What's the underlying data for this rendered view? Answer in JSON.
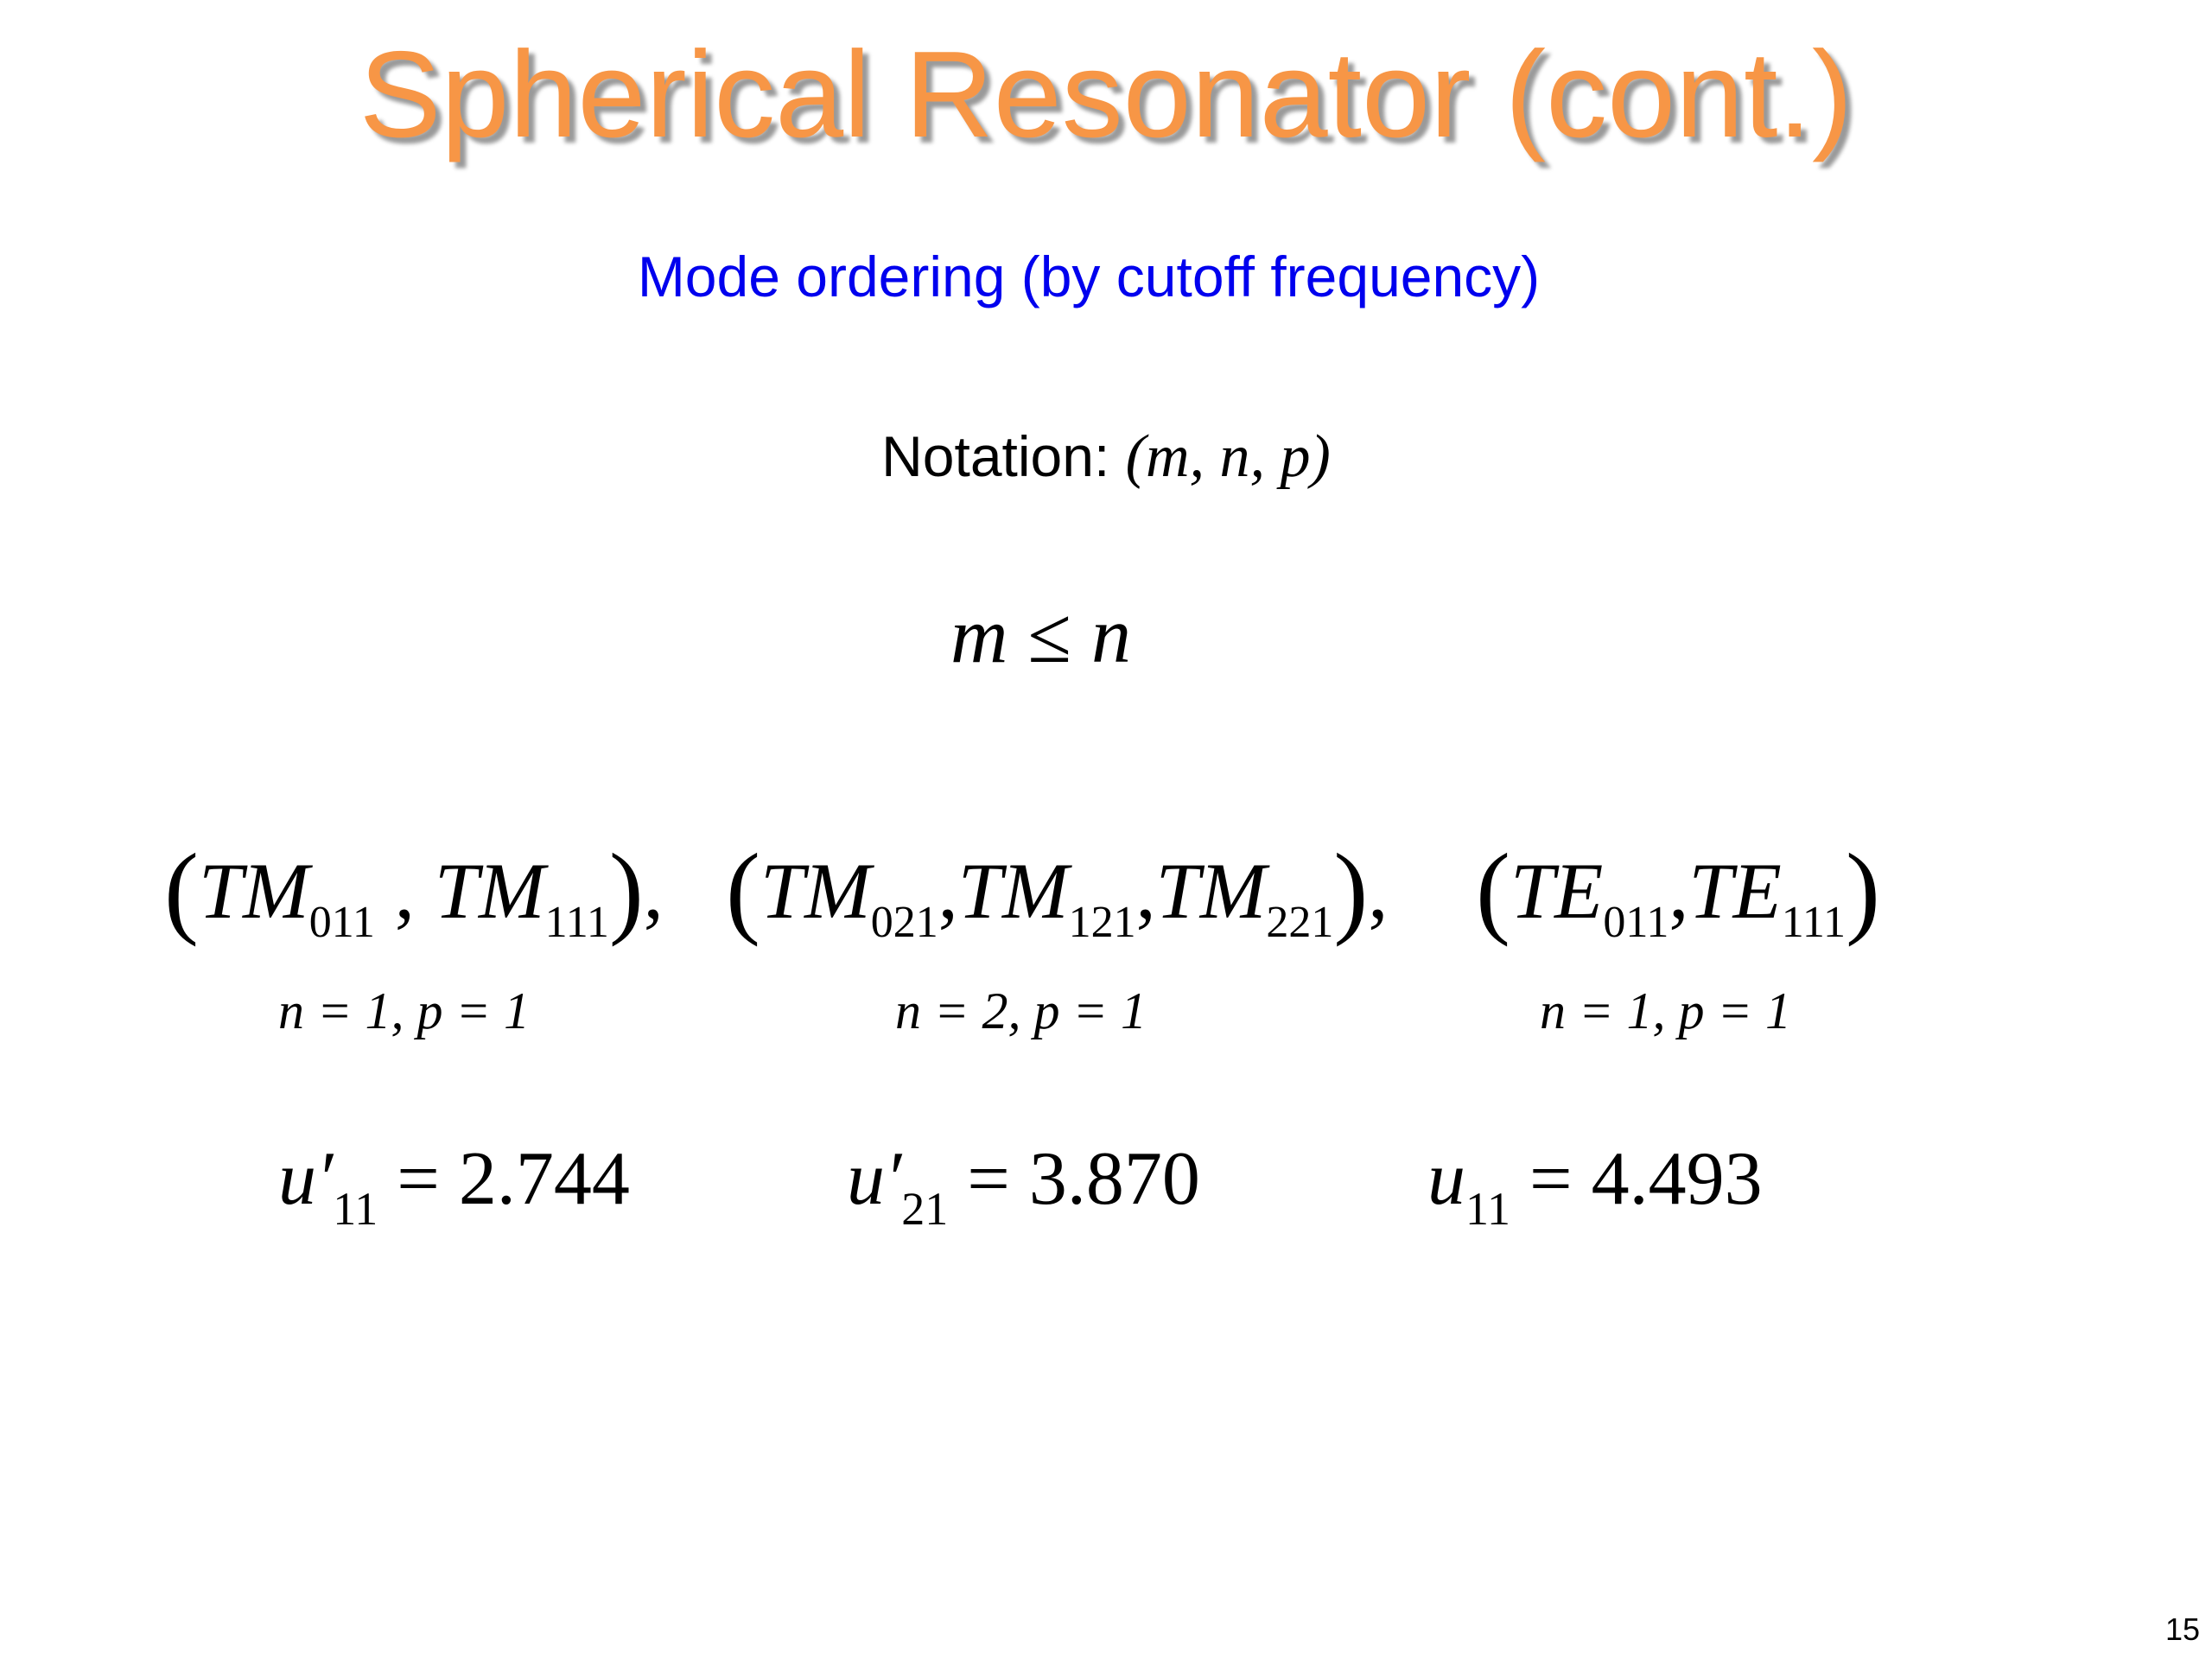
{
  "title": "Spherical Resonator (cont.)",
  "subtitle": "Mode ordering (by cutoff frequency)",
  "notation": {
    "label": "Notation:",
    "tuple": "(m, n, p)"
  },
  "constraint": {
    "lhs": "m",
    "op": "≤",
    "rhs": "n"
  },
  "groups": [
    {
      "modes": [
        {
          "letters": "TM",
          "sub": "011"
        },
        {
          "letters": "TM",
          "sub": "111"
        }
      ],
      "trailing": ",",
      "condition": "n = 1,  p = 1",
      "value": {
        "symbol": "u′",
        "sub": "11",
        "equals": "= 2.744"
      }
    },
    {
      "modes": [
        {
          "letters": "TM",
          "sub": "021"
        },
        {
          "letters": "TM",
          "sub": "121"
        },
        {
          "letters": "TM",
          "sub": "221"
        }
      ],
      "trailing": ",",
      "condition": "n = 2,  p = 1",
      "value": {
        "symbol": "u′",
        "sub": "21",
        "equals": "= 3.870"
      }
    },
    {
      "modes": [
        {
          "letters": "TE",
          "sub": "011"
        },
        {
          "letters": "TE",
          "sub": "111"
        }
      ],
      "trailing": "",
      "condition": "n = 1,  p = 1",
      "value": {
        "symbol": "u",
        "sub": "11",
        "equals": "= 4.493"
      }
    }
  ],
  "page_number": "15",
  "colors": {
    "title": "#f79646",
    "subtitle": "#0000ee",
    "text": "#000000"
  }
}
